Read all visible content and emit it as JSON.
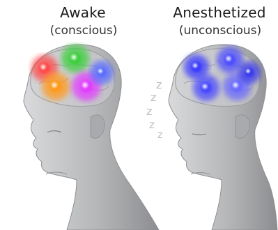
{
  "left_panel": {
    "title": "Awake",
    "subtitle": "(conscious)",
    "activity_colors": [
      "#ff4a4a",
      "#3fcf3f",
      "#ff9a1a",
      "#e23cff",
      "#5a6dff"
    ]
  },
  "right_panel": {
    "title": "Anesthetized",
    "subtitle": "(unconscious)",
    "activity_colors": [
      "#3b3bff",
      "#5050ff",
      "#4a4aff",
      "#6a6aff",
      "#3a3aee"
    ]
  },
  "sleep": {
    "letters": [
      "z",
      "z",
      "z",
      "z",
      "z"
    ]
  },
  "colors": {
    "skin": "#b7b8ba",
    "skin_shadow": "#8f9093",
    "brain": "#c8c9cc"
  }
}
